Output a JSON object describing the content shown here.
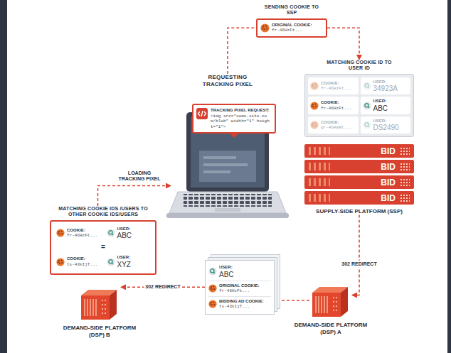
{
  "diagram": {
    "nodes": [
      {
        "text": [
          "SENDING COOKIE TO SSP",
          "ORIGINAL COOKIE:",
          "fr-46HzFt..."
        ]
      },
      {
        "text": [
          "REQUESTING TRACKING PIXEL"
        ]
      },
      {
        "text": [
          "TRACKING PIXEL REQUEST:",
          "<img src=\"some-site.com/blob\" width=\"1\" height=\"1\">"
        ],
        "in": 1
      },
      {
        "text": [
          "MATCHING COOKIE ID TO USER ID"
        ]
      },
      {
        "text": [
          "COOKIE:",
          "fr-46HzFt...",
          "USER:",
          "34923A"
        ],
        "in": 3
      },
      {
        "text": [
          "COOKIE:",
          "fr-46HzFt...",
          "USER:",
          "ABC"
        ],
        "in": 3
      },
      {
        "text": [
          "COOKIE:",
          "gr-4bHaRt...",
          "USER:",
          "DS2490"
        ],
        "in": 3
      },
      {
        "text": [
          "BID",
          "BID",
          "BID",
          "BID",
          "SUPPLY-SIDE PLATFORM (SSP)"
        ]
      },
      {
        "text": [
          "DEMAND-SIDE PLATFORM (DSP) A"
        ]
      },
      {
        "text": [
          "USER:",
          "ABC",
          "ORIGINAL COOKIE:",
          "fr-46HzFt...",
          "BIDDING AD COOKIE:",
          "ts-43kIjT..."
        ]
      },
      {
        "text": [
          "MATCHING COOKIE IDS /USERS TO OTHER COOKIE IDS/USERS",
          "COOKIE:",
          "fr-46HzFt...",
          "USER:",
          "ABC",
          "=",
          "COOKIE:",
          "ts-43kIjT...",
          "USER:",
          "XYZ"
        ]
      },
      {
        "text": [
          "DEMAND-SIDE PLATFORM (DSP) B"
        ]
      }
    ],
    "edges": [
      {
        "from": 1,
        "to": 0,
        "arrow": "none"
      },
      {
        "from": 0,
        "to": 3,
        "arrow": "to"
      },
      {
        "from": 7,
        "to": 8,
        "label": "302 REDIRECT",
        "arrow": "to"
      },
      {
        "from": 8,
        "to": 9,
        "arrow": "none"
      },
      {
        "from": 9,
        "to": 11,
        "label": "302 REDIRECT",
        "arrow": "to"
      },
      {
        "from": 10,
        "to": 1,
        "label": "LOADING TRACKING PIXEL",
        "arrow": "to"
      }
    ]
  }
}
